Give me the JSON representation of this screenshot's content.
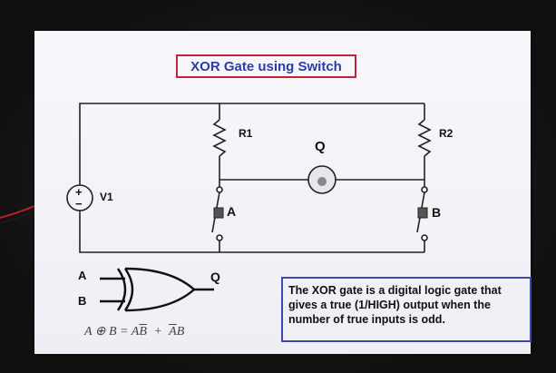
{
  "title": "XOR Gate using Switch",
  "labels": {
    "r1": "R1",
    "r2": "R2",
    "q_bulb": "Q",
    "v1": "V1",
    "plus": "+",
    "minus": "−",
    "switch_a": "A",
    "switch_b": "B",
    "gate_in_a": "A",
    "gate_in_b": "B",
    "gate_out_q": "Q"
  },
  "formula": {
    "lhs": "A ⊕ B",
    "eq": "=",
    "term1_a": "A",
    "term1_b": "B",
    "plus": "+",
    "term2_a": "A",
    "term2_b": "B"
  },
  "description": "The XOR gate is a digital logic gate that gives a true (1/HIGH) output when the number of true inputs is odd.",
  "colors": {
    "title_border": "#c0243a",
    "title_text": "#2d3ba8",
    "info_border": "#3b49b0",
    "card": "#f3f3f8",
    "background": "#141414"
  }
}
